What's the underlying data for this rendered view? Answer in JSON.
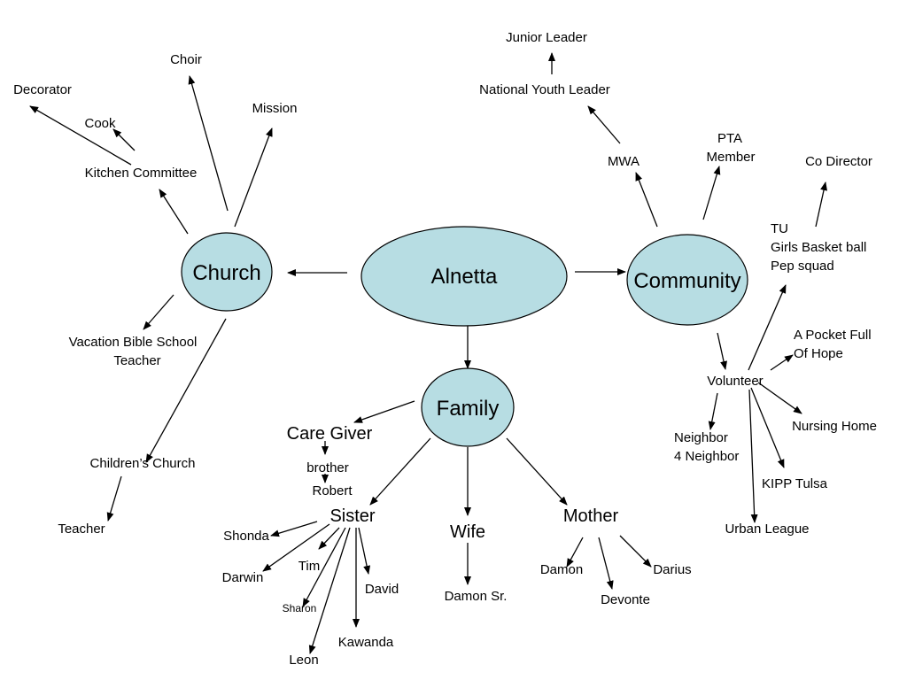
{
  "nodes": {
    "alnetta": "Alnetta",
    "church": "Church",
    "community": "Community",
    "family": "Family",
    "choir": "Choir",
    "decorator": "Decorator",
    "cook": "Cook",
    "mission": "Mission",
    "kitchen_committee": "Kitchen Committee",
    "vbs_line1": "Vacation Bible School",
    "vbs_line2": "Teacher",
    "childrens_church": "Children’s Church",
    "teacher": "Teacher",
    "junior_leader": "Junior Leader",
    "national_youth_leader": "National Youth Leader",
    "mwa": "MWA",
    "pta_line1": "PTA",
    "pta_line2": "Member",
    "co_director": "Co Director",
    "tu_line1": "TU",
    "tu_line2": "Girls Basket ball",
    "tu_line3": "Pep squad",
    "pocket_line1": "A Pocket Full",
    "pocket_line2": "Of Hope",
    "volunteer": "Volunteer",
    "nursing_home": "Nursing Home",
    "neighbor_line1": "Neighbor",
    "neighbor_line2": "4 Neighbor",
    "kipp_tulsa": "KIPP Tulsa",
    "urban_league": "Urban League",
    "care_giver": "Care Giver",
    "brother": "brother",
    "robert": "Robert",
    "sister": "Sister",
    "shonda": "Shonda",
    "darwin": "Darwin",
    "tim": "Tim",
    "sharon": "Sharon",
    "david": "David",
    "kawanda": "Kawanda",
    "leon": "Leon",
    "wife": "Wife",
    "damon_sr": "Damon Sr.",
    "mother": "Mother",
    "damon": "Damon",
    "darius": "Darius",
    "devonte": "Devonte"
  },
  "colors": {
    "oval_fill": "#b7dde3",
    "stroke": "#000000"
  }
}
